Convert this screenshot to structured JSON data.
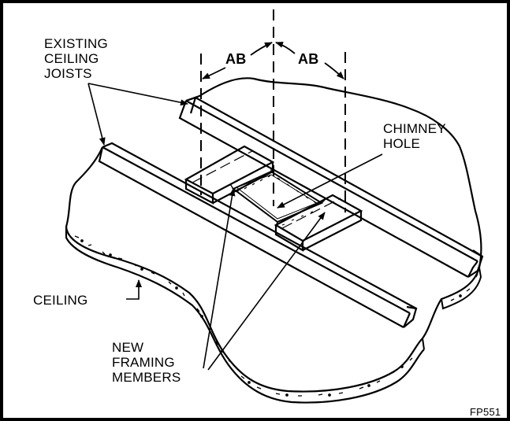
{
  "labels": {
    "existing_joists": "EXISTING\nCEILING\nJOISTS",
    "dimension_left": "AB",
    "dimension_right": "AB",
    "chimney_hole": "CHIMNEY\nHOLE",
    "ceiling": "CEILING",
    "new_framing": "NEW\nFRAMING\nMEMBERS",
    "figure_code": "FP551"
  },
  "colors": {
    "ink": "#000000",
    "paper": "#ffffff",
    "frame": "#000000"
  }
}
